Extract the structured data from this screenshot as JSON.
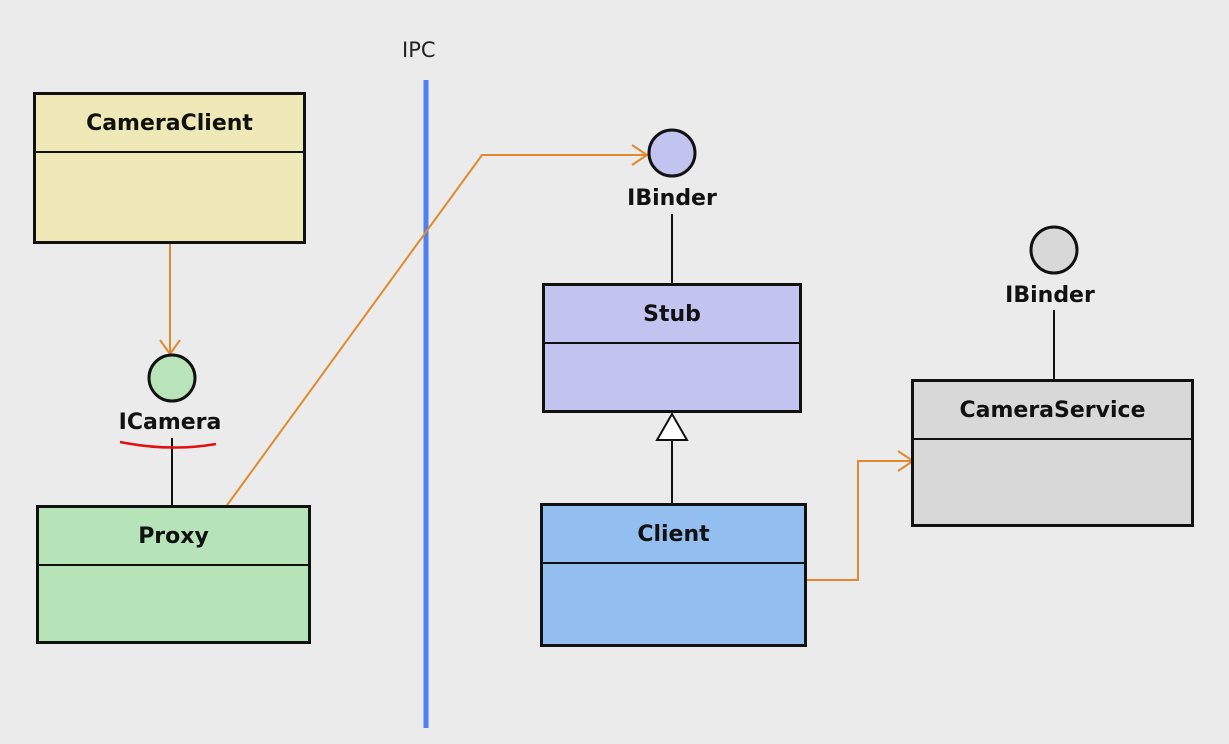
{
  "ipc_label": "IPC",
  "classes": {
    "camera_client": {
      "name": "CameraClient",
      "fill": "#efe9b8"
    },
    "proxy": {
      "name": "Proxy",
      "fill": "#b6e3b8"
    },
    "stub": {
      "name": "Stub",
      "fill": "#c3c3ef"
    },
    "client": {
      "name": "Client",
      "fill": "#92bff0"
    },
    "camera_service": {
      "name": "CameraService",
      "fill": "#d8d8d8"
    }
  },
  "interfaces": {
    "icamera": {
      "name": "ICamera",
      "fill": "#b9e3b9"
    },
    "ibinder_stub": {
      "name": "IBinder",
      "fill": "#c3c3ef"
    },
    "ibinder_service": {
      "name": "IBinder",
      "fill": "#d8d8d8"
    }
  },
  "colors": {
    "ipc_line": "#4f7ff0",
    "arrow": "#e08a2e",
    "underline": "#e01010",
    "outline": "#111111"
  }
}
